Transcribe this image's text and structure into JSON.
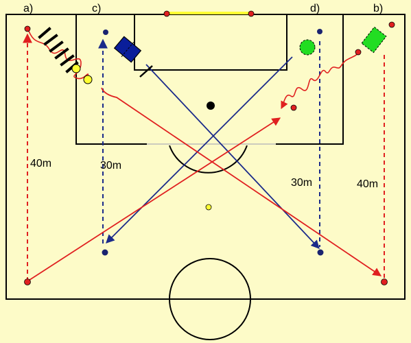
{
  "labels": {
    "a": "a)",
    "b": "b)",
    "c": "c)",
    "d": "d)",
    "dist_a": "40m",
    "dist_b": "40m",
    "dist_c": "30m",
    "dist_d": "30m"
  },
  "colors": {
    "background": "#fdfbc8",
    "lines": "#000000",
    "goal": "#ffff33",
    "red_path": "#e02020",
    "blue_path": "#1a2a8a",
    "blue_player": "#0a1e9a",
    "green_player": "#22dd22",
    "ball_yellow": "#ffff33",
    "marker_red": "#e02020",
    "marker_navy": "#1a2370"
  },
  "icons": {
    "ladder": "agility-ladder-icon",
    "blue_player": "blue-player-icon",
    "green_player": "green-player-icon",
    "center_spot": "penalty-spot-icon",
    "ball": "ball-icon"
  }
}
